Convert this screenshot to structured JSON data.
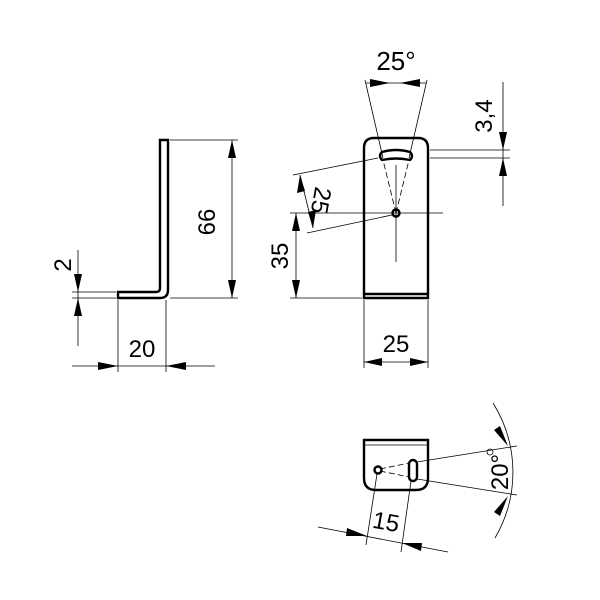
{
  "drawing": {
    "side_view": {
      "height_dim": "66",
      "thickness_dim": "2",
      "flange_dim": "20"
    },
    "front_view": {
      "angle_dim": "25°",
      "slot_dim": "3,4",
      "slot_distance_dim": "25",
      "hole_height_dim": "35",
      "width_dim": "25"
    },
    "top_view": {
      "spacing_dim": "15",
      "angle_dim": "20°"
    }
  }
}
